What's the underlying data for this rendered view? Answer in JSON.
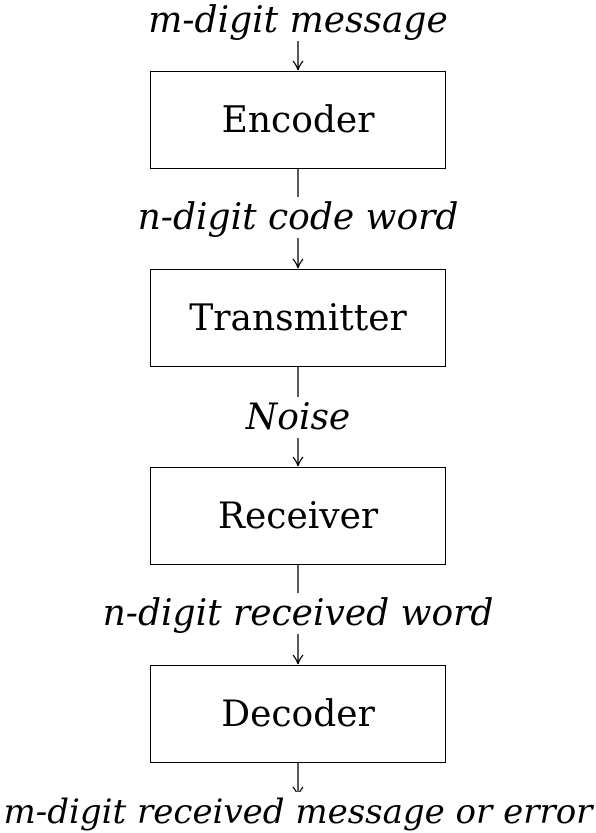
{
  "diagram": {
    "stages": [
      {
        "id": "encoder",
        "label": "Encoder"
      },
      {
        "id": "transmitter",
        "label": "Transmitter"
      },
      {
        "id": "receiver",
        "label": "Receiver"
      },
      {
        "id": "decoder",
        "label": "Decoder"
      }
    ],
    "edge_labels": {
      "input": "m-digit message",
      "encoder_to_transmitter": "n-digit code word",
      "transmitter_to_receiver": "Noise",
      "receiver_to_decoder": "n-digit received word",
      "output": "m-digit received message or error"
    },
    "colors": {
      "stroke": "#000000",
      "background": "#ffffff"
    }
  }
}
